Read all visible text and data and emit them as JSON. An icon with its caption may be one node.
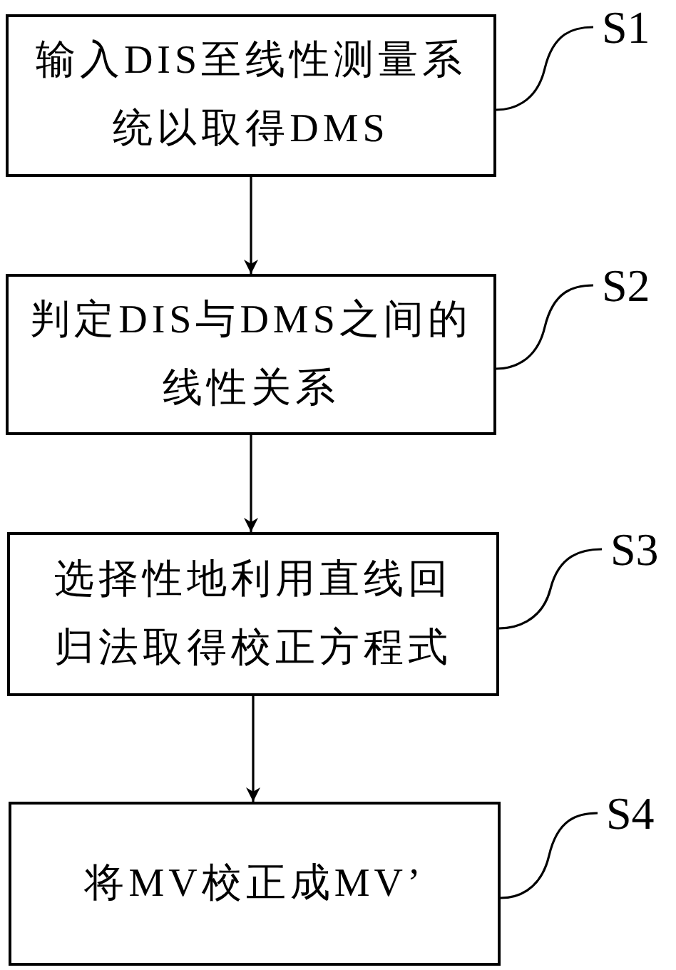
{
  "diagram": {
    "nodes": [
      {
        "text": [
          "输入DIS至线性测量系统以取得DMS"
        ]
      },
      {
        "text": [
          "S1"
        ]
      },
      {
        "text": [
          "判定DIS与DMS之间的线性关系"
        ]
      },
      {
        "text": [
          "S2"
        ]
      },
      {
        "text": [
          "选择性地利用直线回归法取得校正方程式"
        ]
      },
      {
        "text": [
          "S3"
        ]
      },
      {
        "text": [
          "将MV校正成MV’"
        ]
      },
      {
        "text": [
          "S4"
        ]
      }
    ],
    "edges": [
      {
        "from": 0,
        "to": 2,
        "arrow": "to"
      },
      {
        "from": 2,
        "to": 4,
        "arrow": "to"
      },
      {
        "from": 4,
        "to": 6,
        "arrow": "to"
      },
      {
        "from": 1,
        "to": 0,
        "arrow": "none"
      },
      {
        "from": 3,
        "to": 2,
        "arrow": "none"
      },
      {
        "from": 5,
        "to": 4,
        "arrow": "none"
      },
      {
        "from": 7,
        "to": 6,
        "arrow": "none"
      }
    ]
  }
}
